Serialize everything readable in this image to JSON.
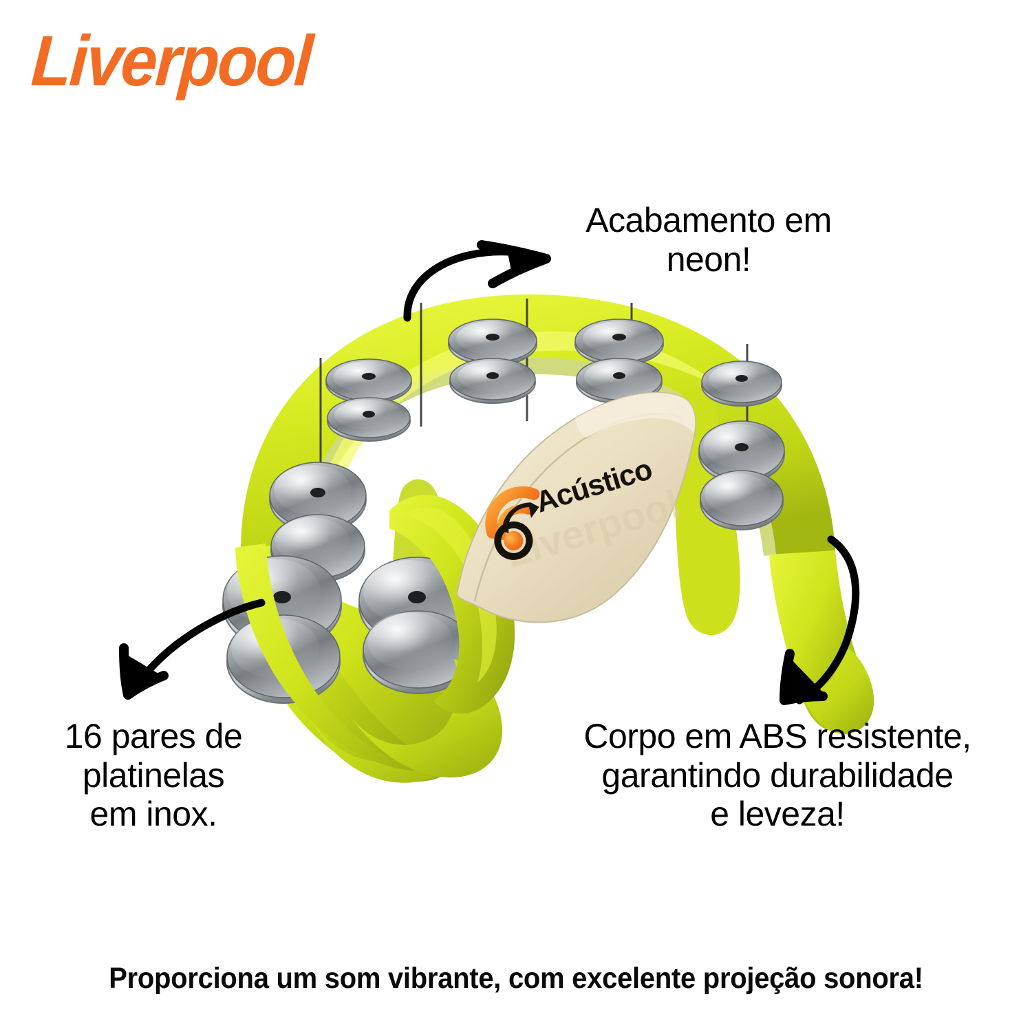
{
  "brand": {
    "name": "Liverpool",
    "color": "#F26C23"
  },
  "product": {
    "brand_label": "Acústico",
    "body_color": "#D6EB1E",
    "body_color_shadow": "#9FAF12",
    "body_color_highlight": "#EEF94A",
    "handle_color": "#EDE2C6",
    "jingle_color": "#C9CCCE",
    "type": "half-moon tambourine"
  },
  "annotations": [
    {
      "id": "neon-finish",
      "text": "Acabamento em\nneon!",
      "arrow": "curved-arrow-up-right"
    },
    {
      "id": "jingles",
      "text": "16 pares de\nplatinelas\nem inox.",
      "arrow": "curved-arrow-down-left"
    },
    {
      "id": "abs-body",
      "text": "Corpo em ABS resistente,\ngarantindo durabilidade\ne leveza!",
      "arrow": "curved-arrow-down"
    }
  ],
  "tagline": {
    "text": "Proporciona um som vibrante, com excelente projeção sonora!"
  },
  "colors": {
    "background": "#FFFFFF",
    "text": "#000000",
    "accent_orange": "#F26C23",
    "neon": "#D6EB1E"
  }
}
